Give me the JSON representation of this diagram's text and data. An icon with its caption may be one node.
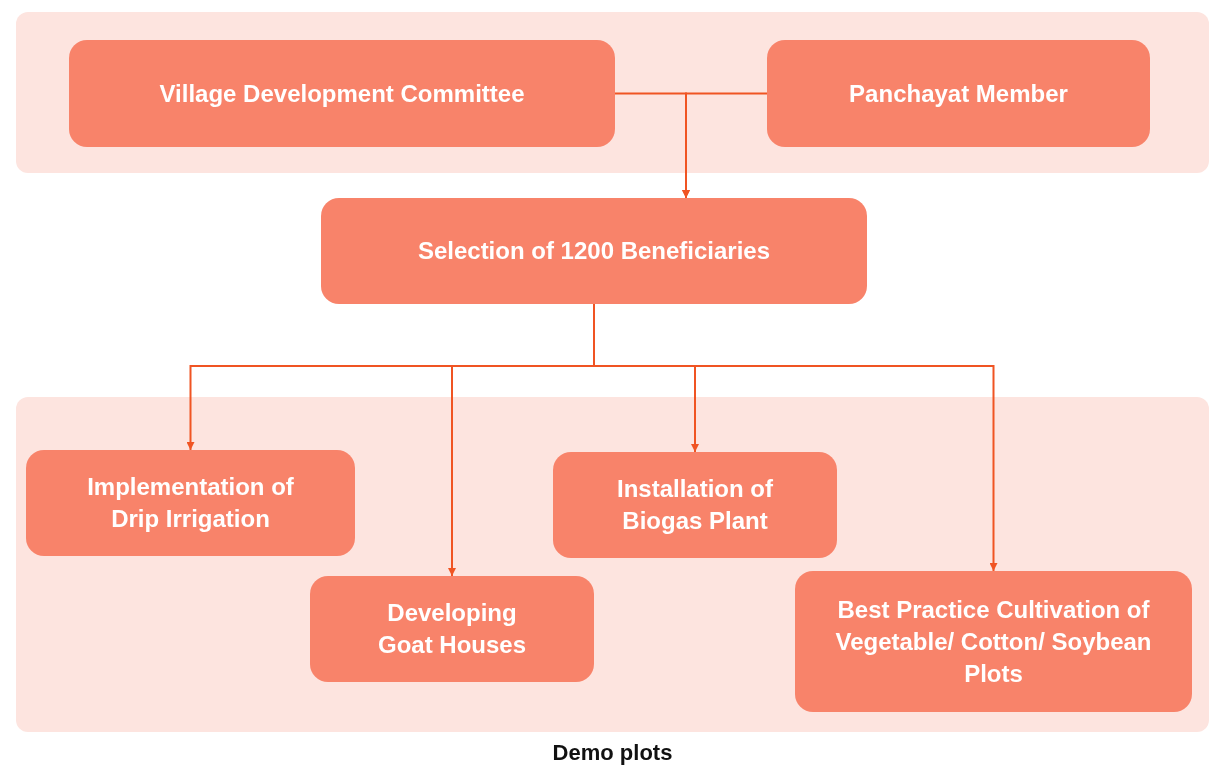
{
  "diagram": {
    "nodes": [
      {
        "text": [],
        "shape": "box"
      },
      {
        "text": [
          "Village Development Committee"
        ],
        "in": 0
      },
      {
        "text": [
          "Panchayat Member"
        ],
        "in": 0
      },
      {
        "text": [
          "Selection of 1200 Beneficiaries"
        ]
      },
      {
        "text": [
          "Demo plots"
        ]
      },
      {
        "text": [
          "Implementation of Drip Irrigation"
        ],
        "in": 4
      },
      {
        "text": [
          "Developing Goat Houses"
        ],
        "in": 4
      },
      {
        "text": [
          "Installation of Biogas Plant"
        ],
        "in": 4
      },
      {
        "text": [
          "Best Practice Cultivation of Vegetable/ Cotton/ Soybean Plots"
        ],
        "in": 4
      }
    ],
    "edges": [
      {
        "from": 1,
        "to": 3,
        "arrow": "to"
      },
      {
        "from": 2,
        "to": 3,
        "arrow": "to"
      },
      {
        "from": 3,
        "to": 5,
        "arrow": "to"
      },
      {
        "from": 3,
        "to": 6,
        "arrow": "to"
      },
      {
        "from": 3,
        "to": 7,
        "arrow": "to"
      },
      {
        "from": 3,
        "to": 8,
        "arrow": "to"
      }
    ]
  }
}
